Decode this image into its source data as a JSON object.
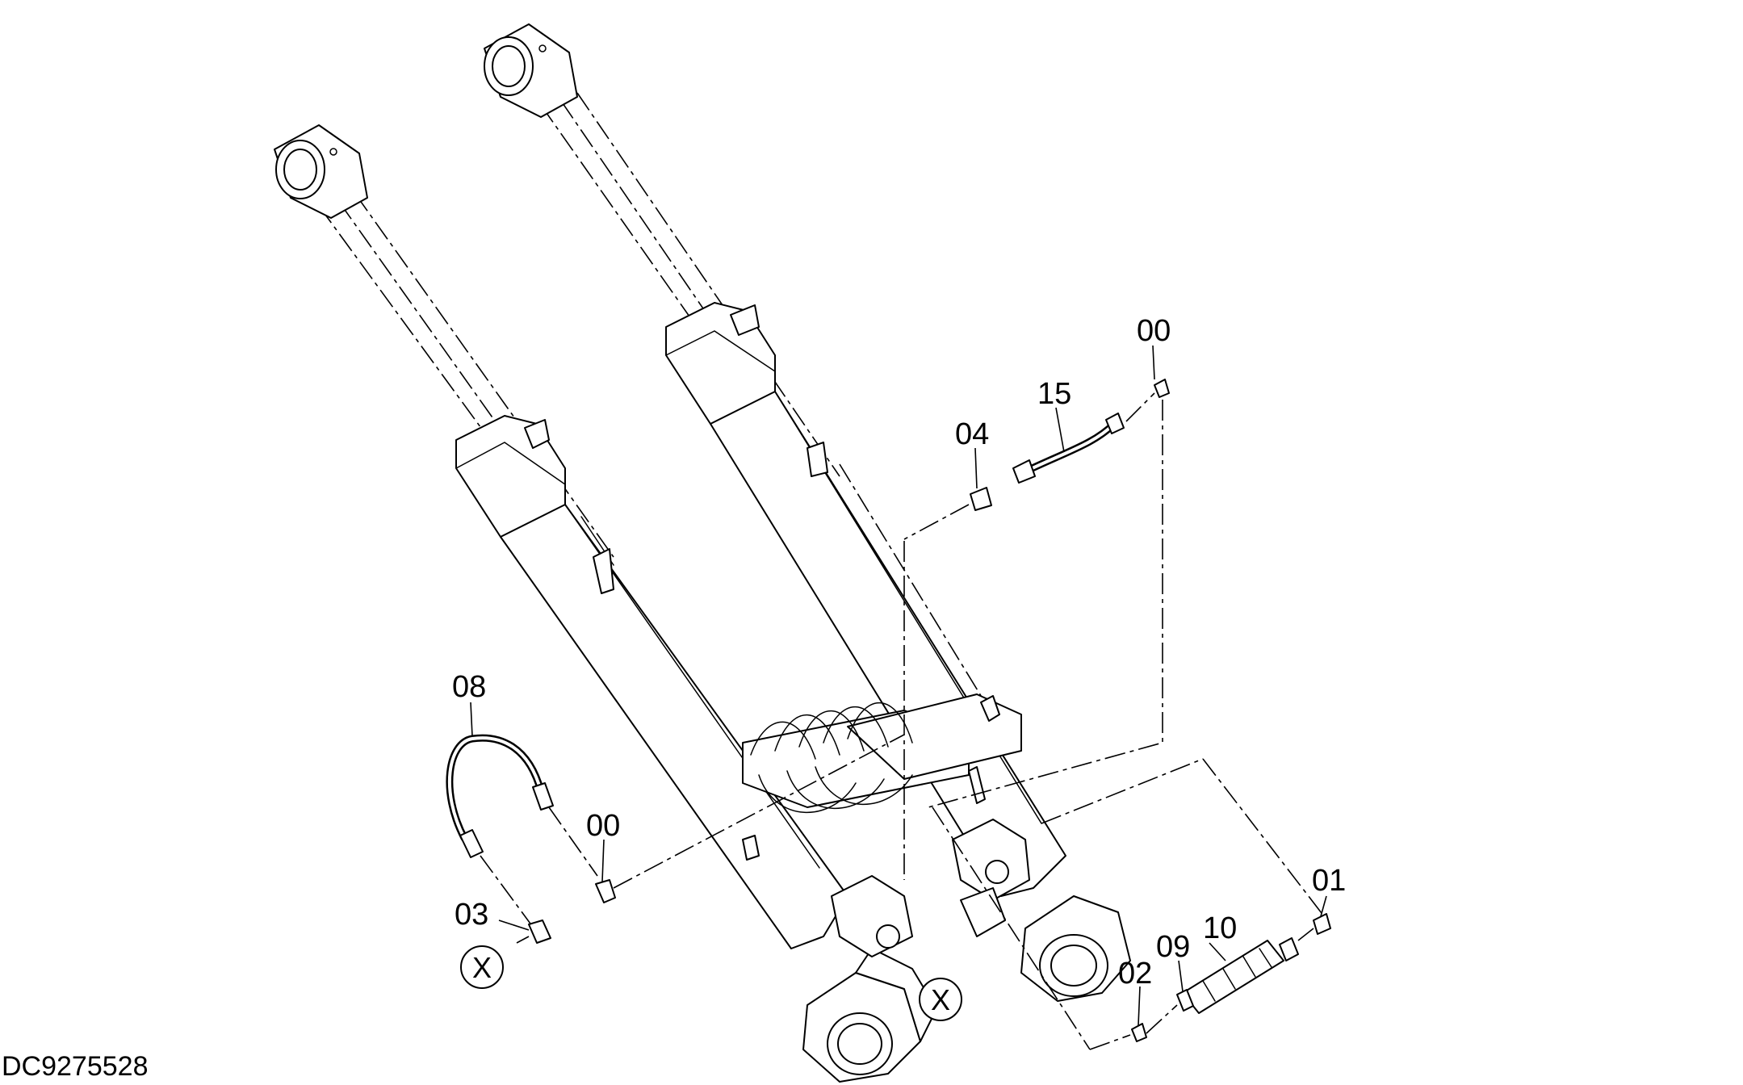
{
  "drawing_number": "DC9275528",
  "callouts": {
    "c00_top": "00",
    "c15": "15",
    "c04": "04",
    "c08": "08",
    "c00_left": "00",
    "c03": "03",
    "c01": "01",
    "c10": "10",
    "c09": "09",
    "c02": "02"
  },
  "markers": {
    "x_left": "X",
    "x_center": "X"
  }
}
